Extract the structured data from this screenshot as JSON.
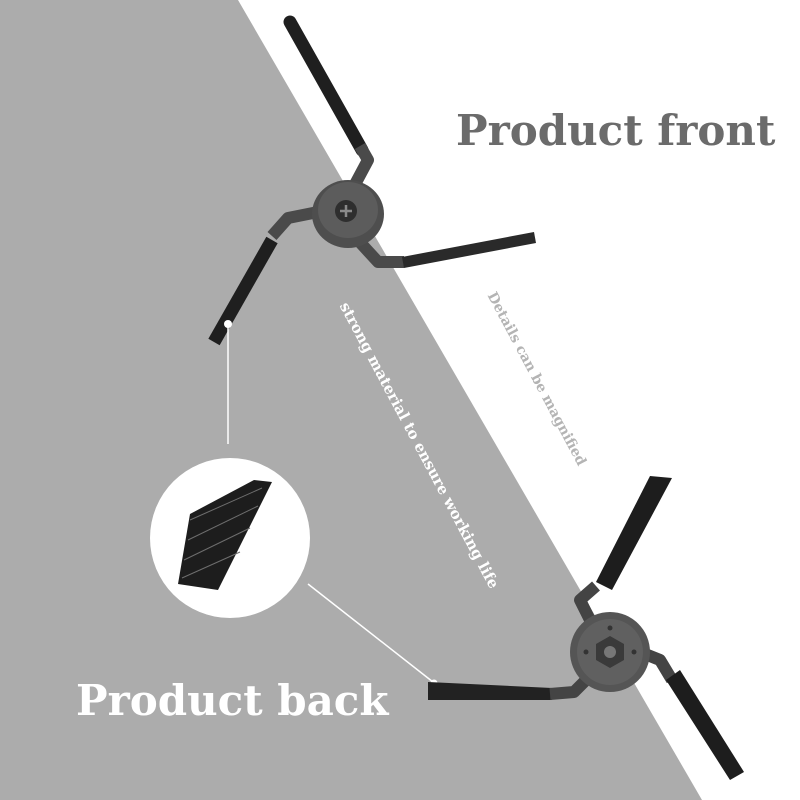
{
  "labels": {
    "front": "Product front",
    "back": "Product back",
    "strong_material": "strong material to ensure working life",
    "details": "Details can be magnified"
  },
  "colors": {
    "background_gray": "#acacac",
    "background_white": "#ffffff",
    "brush_dark": "#2c2c2c",
    "arm_gray": "#4a4a4a",
    "hub_gray": "#5a5a5a",
    "front_text": "#6b6b6b",
    "back_text": "#ffffff",
    "details_text": "#b4b4b4"
  },
  "icons": [
    "side-brush-front-image",
    "side-brush-back-image",
    "bristle-closeup-image",
    "pointer-line"
  ]
}
